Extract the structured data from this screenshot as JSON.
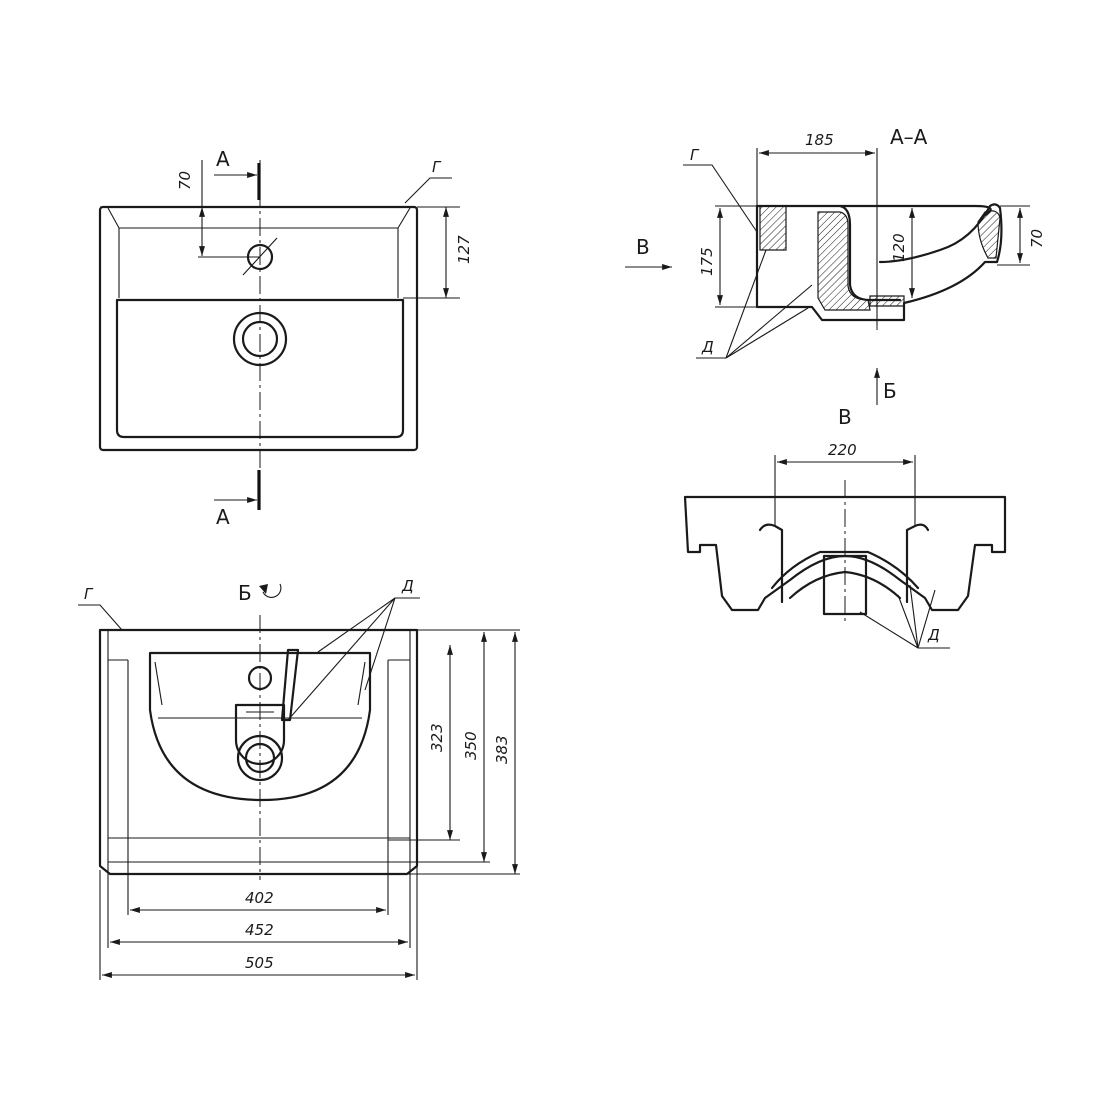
{
  "top_view": {
    "section_label_top": "А",
    "section_label_bottom": "А",
    "leader_label": "Г",
    "dim_70": "70",
    "dim_127": "127"
  },
  "bottom_view": {
    "view_label": "Б",
    "leader_label_g": "Г",
    "leader_label_d": "Д",
    "dim_323": "323",
    "dim_350": "350",
    "dim_383": "383",
    "dim_402": "402",
    "dim_452": "452",
    "dim_505": "505"
  },
  "section_view": {
    "title": "А–А",
    "direction_label": "В",
    "arrow_b_label": "Б",
    "leader_label_g": "Г",
    "leader_label_d": "Д",
    "dim_185": "185",
    "dim_175": "175",
    "dim_120": "120",
    "dim_70": "70"
  },
  "side_view": {
    "title": "В",
    "leader_label_d": "Д",
    "dim_220": "220"
  }
}
